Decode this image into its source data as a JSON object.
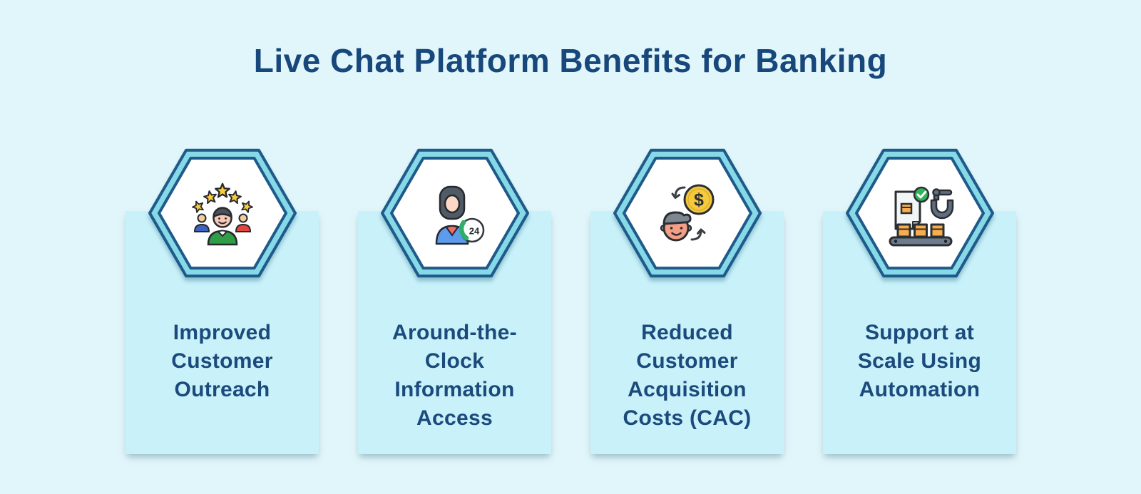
{
  "header": {
    "title": "Live Chat Platform Benefits for Banking"
  },
  "theme": {
    "background": "#e1f6fa",
    "card_background": "#c9f1f9",
    "hexagon_band": "#87d9e7",
    "hexagon_outline": "#1e5a8a",
    "hexagon_inner": "#ffffff",
    "title_color": "#17477b",
    "label_color": "#1b4a7c"
  },
  "badge_24_label": "24",
  "dollar_sign": "$",
  "cards": [
    {
      "label": "Improved Customer Outreach",
      "icon": "customer-rating-icon"
    },
    {
      "label": "Around-the-Clock Information Access",
      "icon": "support-24h-icon"
    },
    {
      "label": "Reduced Customer Acquisition Costs (CAC)",
      "icon": "customer-acquisition-cost-icon"
    },
    {
      "label": "Support at Scale Using Automation",
      "icon": "automation-icon"
    }
  ]
}
